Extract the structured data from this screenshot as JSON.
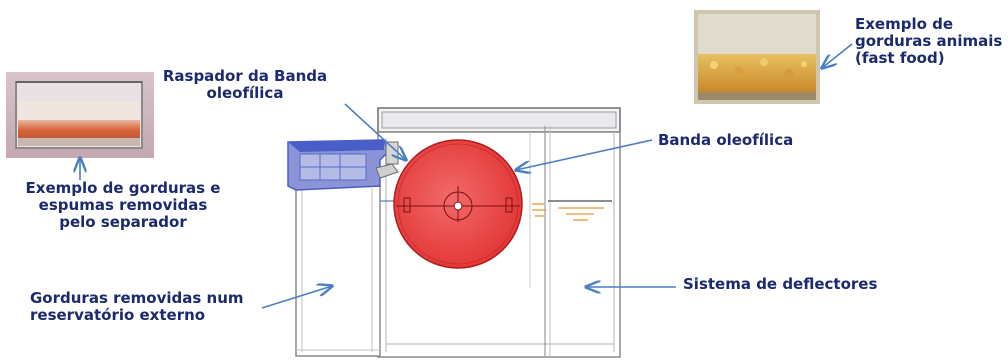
{
  "labels": {
    "fat_example": "Exemplo de gorduras e\nespumas removidas\npelo separador",
    "scraper": "Raspador da Banda\noleofílica",
    "animal_fat": "Exemplo de\ngorduras animais\n(fast food)",
    "oleophilic_belt": "Banda oleofílica",
    "removed_fat": "Gorduras removidas num\nreservatório externo",
    "deflectors": "Sistema de deflectores"
  },
  "colors": {
    "label_text": "#1a2a6c",
    "arrow": "#4a7fc1",
    "belt": "#e83a3a",
    "scraper_blue": "#4a5ec9",
    "tank_line": "#7a7a7a",
    "fat_layer": "#e59a3a"
  }
}
